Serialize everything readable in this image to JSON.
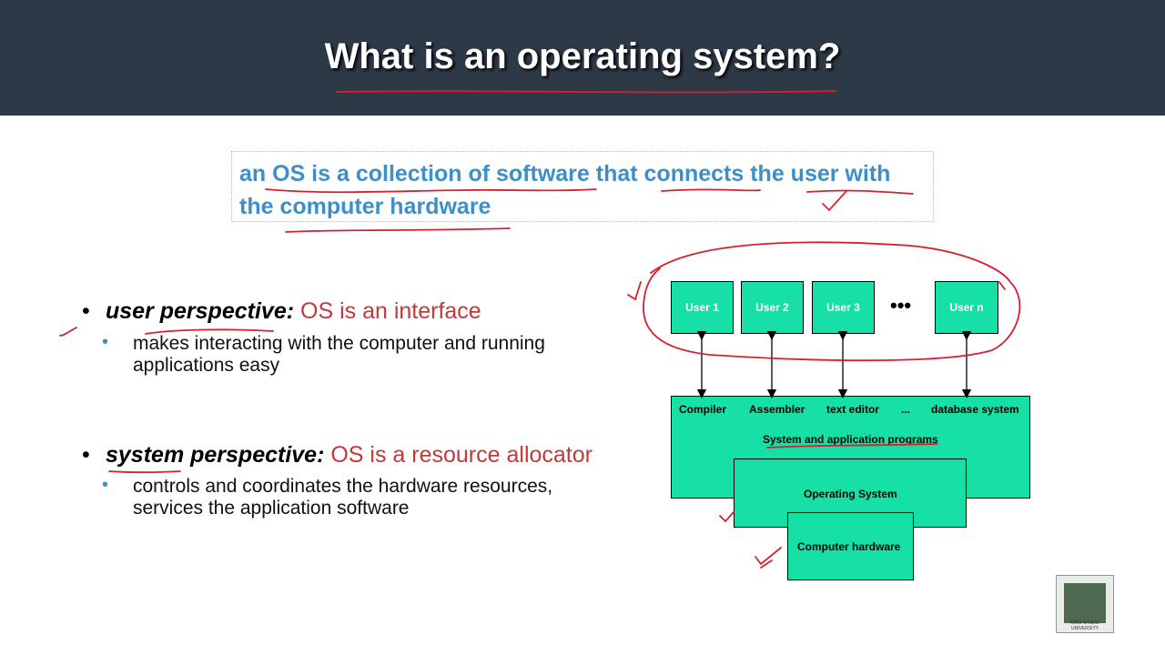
{
  "slide": {
    "title": "What is an operating system?",
    "definition": "an OS is a collection of software that connects the user with the computer hardware"
  },
  "bullets": [
    {
      "term": "user perspective:",
      "claim": "OS is an interface",
      "detail": "makes interacting with the computer and running applications easy"
    },
    {
      "term": "system perspective:",
      "claim": "OS is a resource allocator",
      "detail": "controls and coordinates the hardware resources, services the application software"
    }
  ],
  "diagram": {
    "users": [
      "User 1",
      "User 2",
      "User 3",
      "User n"
    ],
    "users_ellipsis": "•••",
    "programs": [
      "Compiler",
      "Assembler",
      "text editor",
      "...",
      "database system"
    ],
    "programs_label": "System and application programs",
    "os_label": "Operating System",
    "hardware_label": "Computer hardware",
    "box_color": "#17e0a6"
  },
  "colors": {
    "header_bg": "#2d3947",
    "definition_text": "#3d8fc9",
    "claim_text": "#c0393b",
    "annotation_ink": "#d8202e"
  },
  "logo": {
    "caption": "KING KHALID UNIVERSITY"
  }
}
